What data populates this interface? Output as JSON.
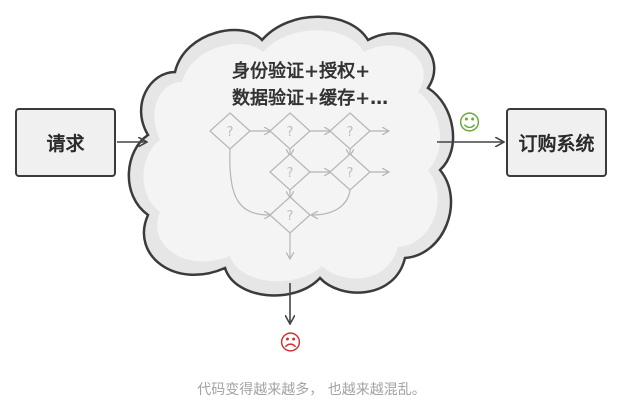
{
  "boxes": {
    "request": "请求",
    "order_system": "订购系统"
  },
  "cloud": {
    "line1": "身份验证+授权+",
    "line2": "数据验证+缓存+…",
    "decision_symbol": "?"
  },
  "faces": {
    "happy": "☺",
    "sad": "☹"
  },
  "caption": "代码变得越来越多， 也越来越混乱。",
  "colors": {
    "box_fill": "#f0f0f0",
    "box_border": "#3b3b3b",
    "cloud_fill": "#e6e6e6",
    "happy": "#6aaa3a",
    "sad": "#cc3333",
    "caption": "#a3a3a3"
  }
}
